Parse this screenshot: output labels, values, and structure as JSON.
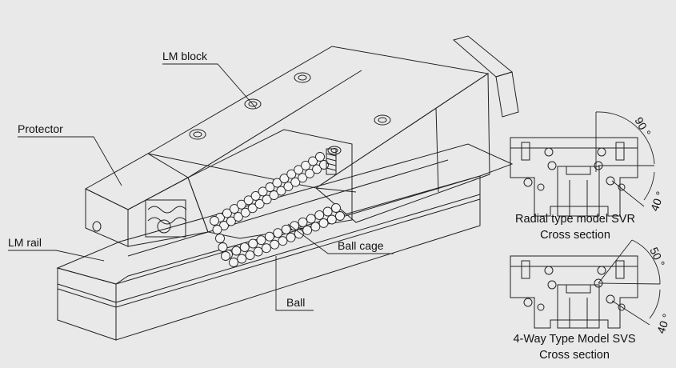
{
  "labels": {
    "lm_block": "LM block",
    "protector": "Protector",
    "lm_rail": "LM rail",
    "ball_cage": "Ball cage",
    "ball": "Ball"
  },
  "sections": [
    {
      "caption_line1": "Radial type model SVR",
      "caption_line2": "Cross section",
      "angle_top": "90 °",
      "angle_bottom": "40 °"
    },
    {
      "caption_line1": "4-Way Type Model SVS",
      "caption_line2": "Cross section",
      "angle_top": "50 °",
      "angle_bottom": "40 °"
    }
  ],
  "colors": {
    "background": "#e9e9e9",
    "face_light": "#f7f7f7",
    "face_mid": "#e2e2e2",
    "face_dark": "#cfcfcf",
    "line": "#222222"
  }
}
